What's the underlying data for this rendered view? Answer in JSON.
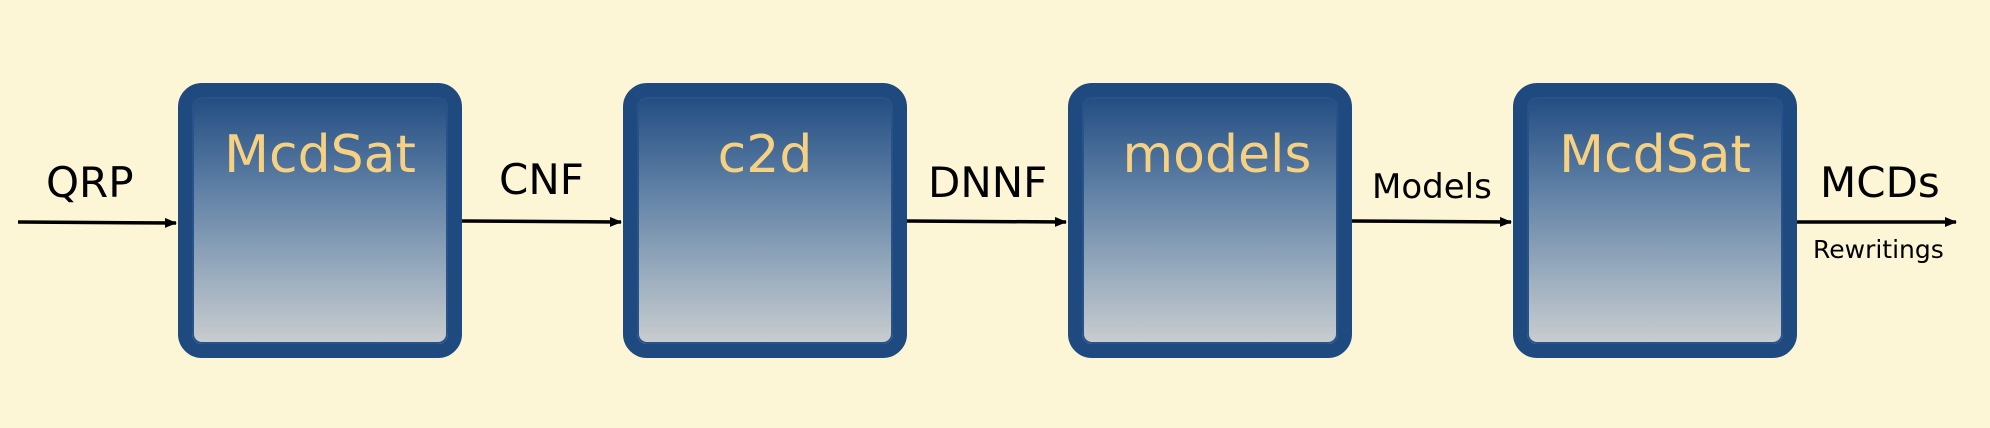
{
  "diagram": {
    "input_label": "QRP",
    "boxes": [
      {
        "title": "McdSat"
      },
      {
        "title": "c2d"
      },
      {
        "title": "models"
      },
      {
        "title": "McdSat"
      }
    ],
    "edge_labels": [
      "CNF",
      "DNNF",
      "Models"
    ],
    "output_label": "MCDs",
    "output_sublabel": "Rewritings",
    "colors": {
      "background": "#fdf6d6",
      "box_border": "#1f4a80",
      "box_title": "#f7d182",
      "arrow": "#000000"
    }
  }
}
